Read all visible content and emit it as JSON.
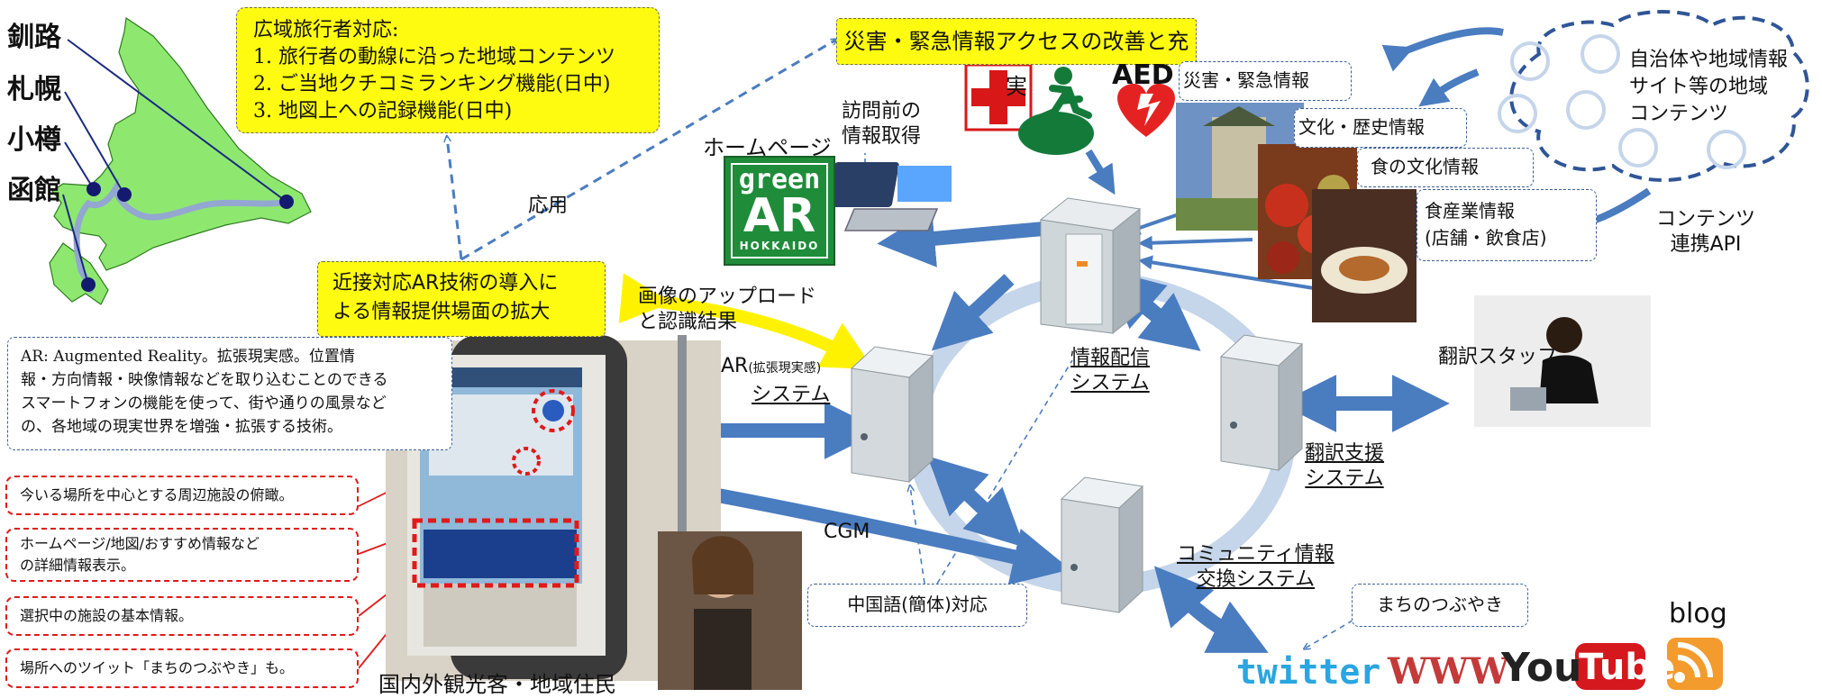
{
  "cities": [
    "釧路",
    "札幌",
    "小樽",
    "函館"
  ],
  "tourist_box": {
    "title": "広域旅行者対応:",
    "items": [
      "1. 旅行者の動線に沿った地域コンテンツ",
      "2. ご当地クチコミランキング機能(日中)",
      "3. 地図上への記録機能(日中)"
    ]
  },
  "disaster_banner": "災害・緊急情報アクセスの改善と充実",
  "ar_intro": [
    "近接対応AR技術の導入に",
    "よる情報提供場面の拡大"
  ],
  "apply_label": "応用",
  "homepage_label": "ホームページ",
  "previsit": [
    "訪問前の",
    "情報取得"
  ],
  "logo": {
    "l1": "green",
    "l2": "AR",
    "l3": "HOKKAIDO"
  },
  "aed": "AED",
  "upload": [
    "画像のアップロード",
    "と認識結果"
  ],
  "ar_def": [
    "AR: Augmented Reality。拡張現実感。位置情",
    "報・方向情報・映像情報などを取り込むことのできる",
    "スマートフォンの機能を使って、街や通りの風景など",
    "の、各地域の現実世界を増強・拡張する技術。"
  ],
  "callouts": {
    "c1": "今いる場所を中心とする周辺施設の俯瞰。",
    "c2": [
      "ホームページ/地図/おすすめ情報など",
      "の詳細情報表示。"
    ],
    "c3": "選択中の施設の基本情報。",
    "c4": "場所へのツイット「まちのつぶやき」も。"
  },
  "visitors": "国内外観光客・地域住民",
  "systems": {
    "ar_main": "AR",
    "ar_small": "(拡張現実感)",
    "ar_sys": "システム",
    "dist1": "情報配信",
    "dist2": "システム",
    "trans1": "翻訳支援",
    "trans2": "システム",
    "comm1": "コミュニティ情報",
    "comm2": "交換システム"
  },
  "cgm": "CGM",
  "chinese": "中国語(簡体)対応",
  "translator": "翻訳スタッフ",
  "machi": "まちのつぶやき",
  "blog": "blog",
  "brands": {
    "twitter": "twitter",
    "www": "WWW",
    "you": "You",
    "tube": "Tube"
  },
  "content_tabs": [
    "災害・緊急情報",
    "文化・歴史情報",
    "食の文化情報"
  ],
  "food_industry": [
    "食産業情報",
    "(店舗・飲食店)"
  ],
  "cloud": [
    "自治体や地域情報",
    "サイト等の地域",
    "コンテンツ"
  ],
  "api": [
    "コンテンツ",
    "連携API"
  ],
  "colors": {
    "arrow": "#4a7cc0",
    "ring": "#c5d5ea",
    "yellow": "#fffb10",
    "red_dash": "#e01a1a",
    "hokkaido": "#8ee870"
  }
}
